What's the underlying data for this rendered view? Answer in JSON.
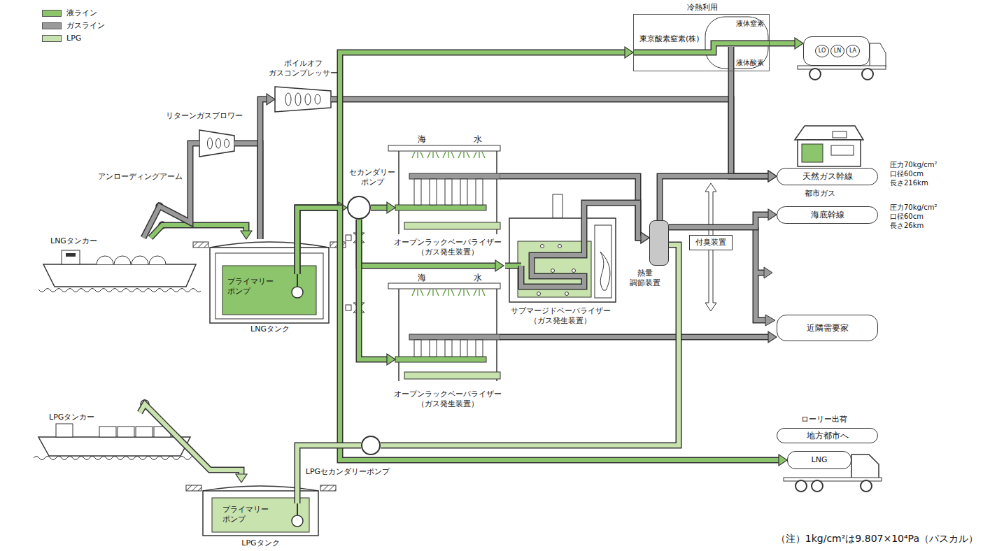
{
  "diagram": {
    "nodes": [
      {
        "text": [
          "冷熱利用",
          "東京酸素窒素(株)"
        ]
      },
      {
        "text": [
          "LO",
          "LN",
          "LA"
        ]
      },
      {
        "text": [
          "ボイルオフ ガスコンプレッサー"
        ]
      },
      {
        "text": [
          "リターンガスブロワー"
        ]
      },
      {
        "text": [
          "LNGタンカー"
        ]
      },
      {
        "text": [
          "LNGタンク"
        ]
      },
      {
        "text": [
          "プライマリー ポンプ"
        ],
        "in": 5
      },
      {
        "text": [
          "セカンダリー ポンプ"
        ]
      },
      {
        "text": [
          "オープンラックベーパライザー （ガス発生装置）"
        ]
      },
      {
        "text": [
          "サブマージドベーパライザー （ガス発生装置）"
        ]
      },
      {
        "text": [
          "オープンラックベーパライザー （ガス発生装置）"
        ]
      },
      {
        "text": [
          "熱量 調節装置"
        ]
      },
      {
        "text": [
          "付臭装置"
        ]
      },
      {
        "text": [
          "天然ガス幹線"
        ]
      },
      {
        "text": [
          "海底幹線"
        ]
      },
      {
        "text": [
          "近隣需要家"
        ]
      },
      {
        "text": [
          "LPGタンカー"
        ]
      },
      {
        "text": [
          "LPGタンク"
        ]
      },
      {
        "text": [
          "プライマリー ポンプ"
        ],
        "in": 17
      },
      {
        "text": [
          "LPGセカンダリーポンプ"
        ]
      },
      {
        "text": [
          "地方都市へ"
        ]
      },
      {
        "text": [
          "LNG"
        ]
      }
    ],
    "edges": [
      {
        "from": 4,
        "to": 5,
        "arrow": "to"
      },
      {
        "from": 5,
        "to": 3,
        "arrow": "none"
      },
      {
        "from": 3,
        "to": 4,
        "arrow": "none"
      },
      {
        "from": 5,
        "to": 2,
        "arrow": "to"
      },
      {
        "from": 2,
        "to": 13,
        "arrow": "to"
      },
      {
        "from": 0,
        "to": 13,
        "arrow": "to"
      },
      {
        "from": 0,
        "to": 1,
        "arrow": "to"
      },
      {
        "from": 6,
        "to": 0,
        "arrow": "to"
      },
      {
        "from": 6,
        "to": 7,
        "arrow": "to"
      },
      {
        "from": 6,
        "to": 21,
        "arrow": "to"
      },
      {
        "from": 7,
        "to": 8,
        "arrow": "to"
      },
      {
        "from": 7,
        "to": 9,
        "arrow": "to"
      },
      {
        "from": 7,
        "to": 10,
        "arrow": "to"
      },
      {
        "from": 8,
        "to": 11,
        "arrow": "to"
      },
      {
        "from": 9,
        "to": 11,
        "arrow": "to"
      },
      {
        "from": 10,
        "to": 15,
        "arrow": "to"
      },
      {
        "from": 11,
        "to": 13,
        "arrow": "to"
      },
      {
        "from": 11,
        "to": 14,
        "arrow": "to"
      },
      {
        "from": 16,
        "to": 17,
        "arrow": "to"
      },
      {
        "from": 18,
        "to": 19,
        "arrow": "none"
      },
      {
        "from": 19,
        "to": 11,
        "arrow": "none"
      }
    ],
    "labels": [
      "液体窒素",
      "液体酸素",
      "アンローディングアーム",
      "海",
      "水",
      "海",
      "水",
      "都市ガス",
      "圧力70kg/cm²",
      "口径60cm",
      "長さ216km",
      "圧力70kg/cm²",
      "口径60cm",
      "長さ26km",
      "ローリー出荷",
      "（注）1kg/cm²は9.807×10⁴Pa（パスカル）"
    ],
    "legend": [
      {
        "text": "液ライン",
        "color": "#8cc56b"
      },
      {
        "text": "ガスライン",
        "color": "#9a9a9a"
      },
      {
        "text": "LPG",
        "color": "#c9e3ae"
      }
    ]
  }
}
